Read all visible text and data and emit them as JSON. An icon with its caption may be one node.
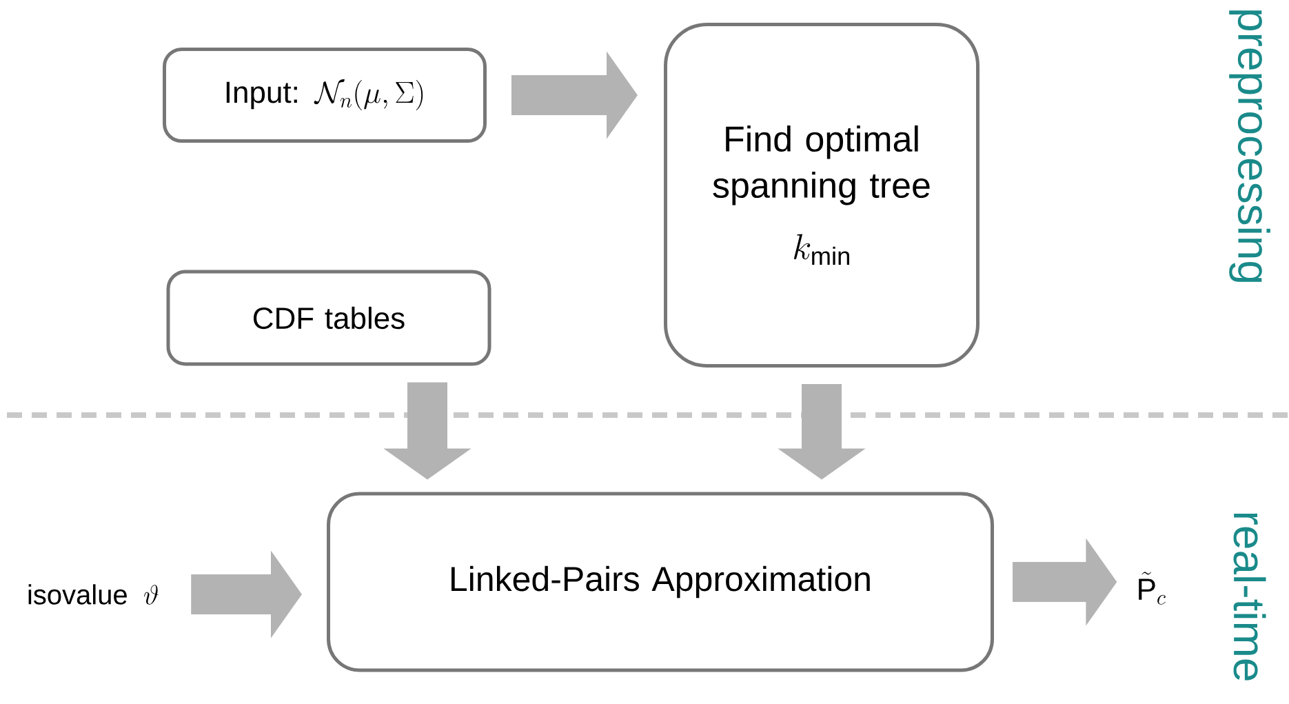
{
  "diagram": {
    "nodes": [
      {
        "text": [
          "Input:",
          "\\mathcal{N}_n(\\mu, \\Sigma)"
        ]
      },
      {
        "text": [
          "Find optimal spanning tree",
          "k_{\\min}"
        ]
      },
      {
        "text": [
          "CDF tables"
        ]
      },
      {
        "text": [
          "Linked-Pairs Approximation"
        ]
      },
      {
        "text": [
          "isovalue",
          "\\vartheta"
        ]
      },
      {
        "text": [
          "\\tilde{\\mathrm{P}}_c"
        ]
      }
    ],
    "edges": [
      {
        "from": 0,
        "to": 1,
        "arrow": "to"
      },
      {
        "from": 2,
        "to": 3,
        "arrow": "to"
      },
      {
        "from": 1,
        "to": 3,
        "arrow": "to"
      },
      {
        "from": 4,
        "to": 3,
        "arrow": "to"
      },
      {
        "from": 3,
        "to": 5,
        "arrow": "to"
      }
    ],
    "labels": [
      "preprocessing",
      "real-time"
    ]
  }
}
